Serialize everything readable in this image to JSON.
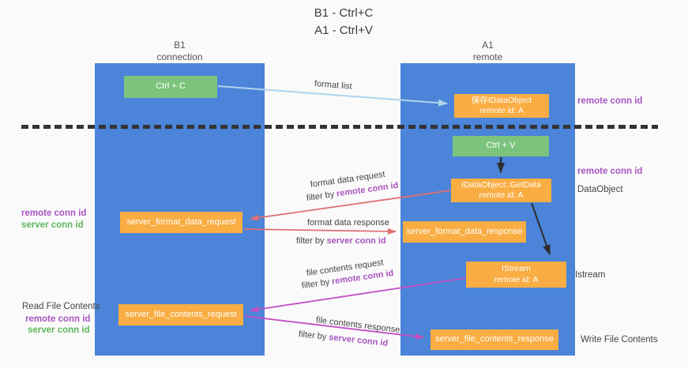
{
  "title": {
    "line1": "B1 - Ctrl+C",
    "line2": "A1 - Ctrl+V"
  },
  "columns": {
    "left": {
      "name": "B1",
      "role": "connection"
    },
    "right": {
      "name": "A1",
      "role": "remote"
    }
  },
  "boxes": {
    "ctrl_c": "Ctrl + C",
    "ctrl_v": "Ctrl + V",
    "save_idataobject": {
      "line1": "保存IDataObject",
      "line2": "remote id: A"
    },
    "getdata": {
      "line1": "IDataObject::GetData",
      "line2": "remote id: A"
    },
    "istream": {
      "line1": "IStream",
      "line2": "remote id: A"
    },
    "format_request": "server_format_data_request",
    "format_response": "server_format_data_response",
    "file_request": "server_file_contents_request",
    "file_response": "server_file_contents_response"
  },
  "arrow_labels": {
    "format_list": "format list",
    "format_data_request": "format data request",
    "format_data_response": "format data response",
    "file_contents_request": "file contents request",
    "file_contents_response": "file contents response",
    "filter_by": "filter by ",
    "remote_conn_id": "remote conn id",
    "server_conn_id": "server conn id"
  },
  "side_labels": {
    "remote_conn_id": "remote conn id",
    "server_conn_id": "server conn id",
    "dataobject": "DataObject",
    "istream": "Istream",
    "read_file_contents": "Read File Contents",
    "write_file_contents": "Write File Contents"
  },
  "colors": {
    "background": "#fafafa",
    "lifeline_blue": "#4b84d8",
    "box_green": "#7cc47e",
    "box_orange": "#f9ad42",
    "arrow_light_blue": "#aed4ee",
    "arrow_red": "#e07070",
    "arrow_magenta": "#c44fc4",
    "arrow_black": "#2e2e2e",
    "label_purple": "#a855c0",
    "label_green": "#5cb85c",
    "dash_line": "#333333"
  }
}
